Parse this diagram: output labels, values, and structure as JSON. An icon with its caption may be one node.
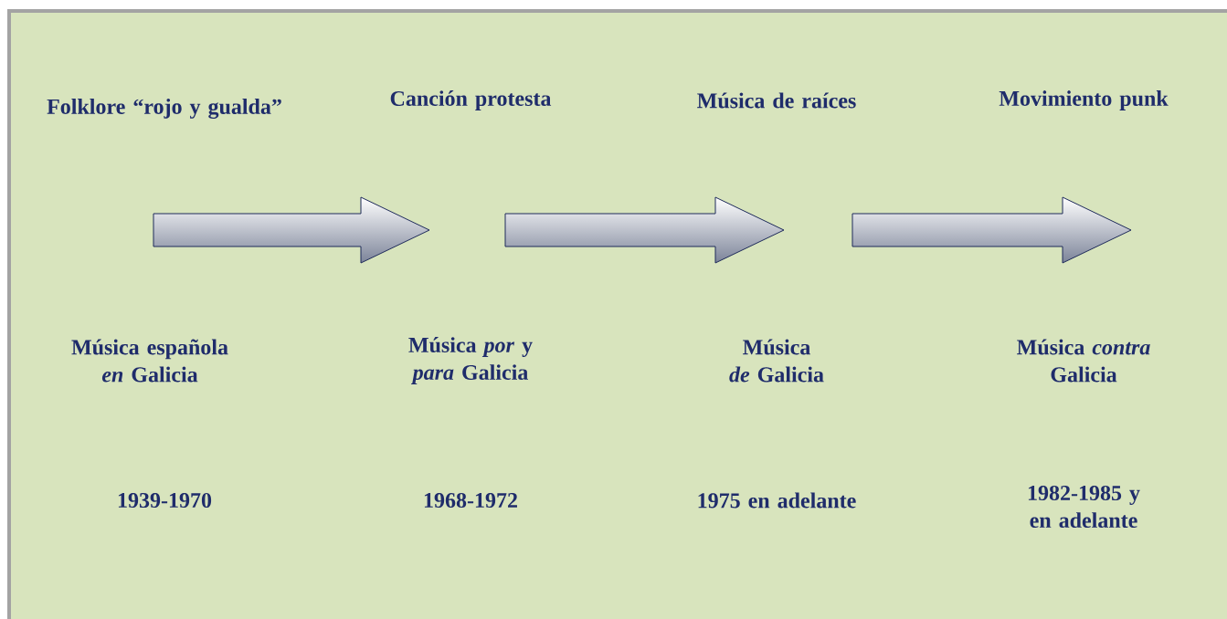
{
  "diagram": {
    "labels": [
      "Folklore “rojo y gualda”",
      "Canción protesta",
      "Música de raíces",
      "Movimiento punk",
      "Música española *en* Galicia",
      "Música *por* y *para* Galicia",
      "Música *de* Galicia",
      "Música *contra* Galicia",
      "1939-1970",
      "1968-1972",
      "1975 en adelante",
      "1982-1985 y en adelante"
    ]
  }
}
